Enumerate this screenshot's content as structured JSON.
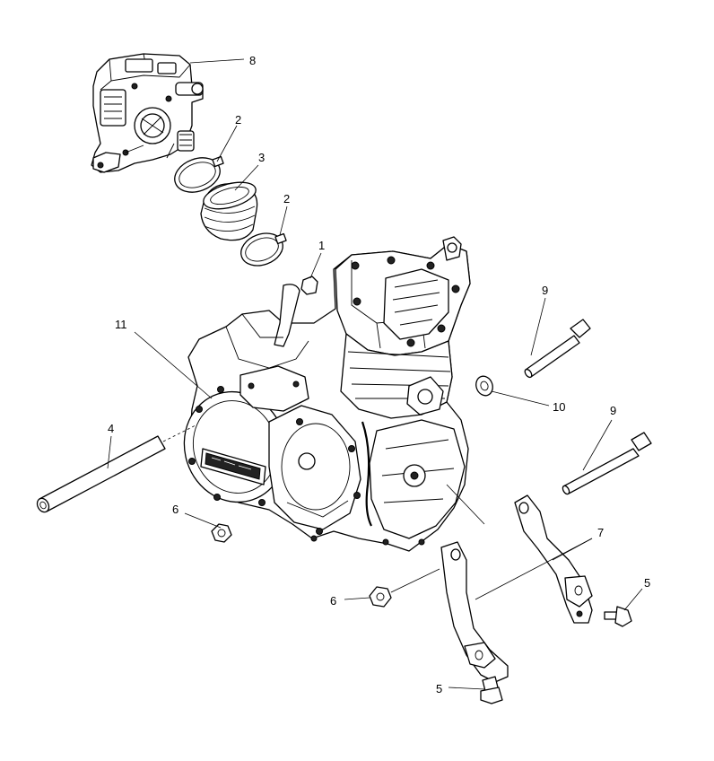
{
  "callouts": [
    {
      "id": "c8",
      "label": "8"
    },
    {
      "id": "c2a",
      "label": "2"
    },
    {
      "id": "c3",
      "label": "3"
    },
    {
      "id": "c2b",
      "label": "2"
    },
    {
      "id": "c1",
      "label": "1"
    },
    {
      "id": "c11",
      "label": "11"
    },
    {
      "id": "c9a",
      "label": "9"
    },
    {
      "id": "c10",
      "label": "10"
    },
    {
      "id": "c9b",
      "label": "9"
    },
    {
      "id": "c4",
      "label": "4"
    },
    {
      "id": "c6a",
      "label": "6"
    },
    {
      "id": "c6b",
      "label": "6"
    },
    {
      "id": "c7",
      "label": "7"
    },
    {
      "id": "c5a",
      "label": "5"
    },
    {
      "id": "c5b",
      "label": "5"
    }
  ]
}
